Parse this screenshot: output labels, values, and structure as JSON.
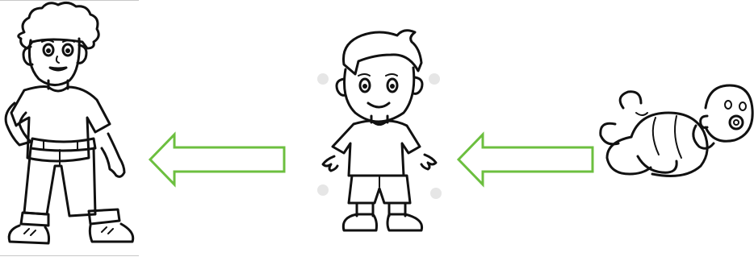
{
  "diagram": {
    "stages": [
      {
        "name": "teenage-boy",
        "order": 3
      },
      {
        "name": "young-boy",
        "order": 2
      },
      {
        "name": "baby",
        "order": 1
      }
    ],
    "arrows": [
      {
        "from": "young-boy",
        "to": "teenage-boy",
        "direction": "left"
      },
      {
        "from": "baby",
        "to": "young-boy",
        "direction": "left"
      }
    ],
    "colors": {
      "arrow_stroke": "#6cbf3f",
      "arrow_fill": "#ffffff",
      "ink": "#111111",
      "watermark": "#e6e6e6"
    }
  }
}
